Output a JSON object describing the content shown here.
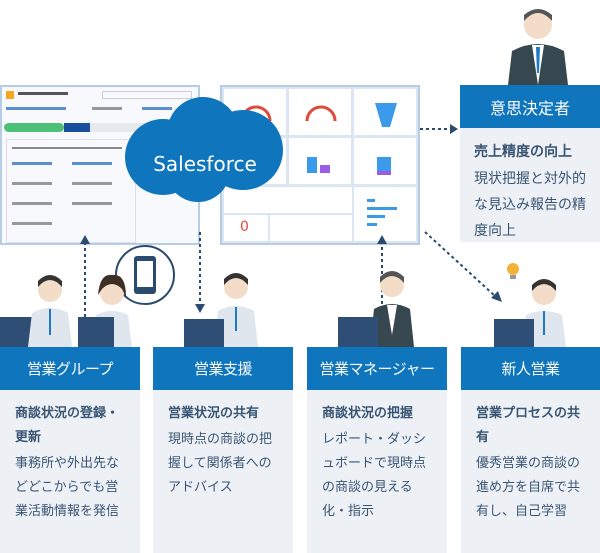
{
  "cloud": {
    "label": "Salesforce",
    "color": "#0f75bc"
  },
  "decision_maker": {
    "title": "意思決定者",
    "subtitle": "売上精度の向上",
    "description": "現状把握と対外的な見込み報告の精度向上"
  },
  "roles": [
    {
      "title": "営業グループ",
      "subtitle": "商談状況の登録・更新",
      "description": "事務所や外出先などどこからでも営業活動情報を発信"
    },
    {
      "title": "営業支援",
      "subtitle": "営業状況の共有",
      "description": "現時点の商談の把握して関係者へのアドバイス"
    },
    {
      "title": "営業マネージャー",
      "subtitle": "商談状況の把握",
      "description": "レポート・ダッシュボードで現時点の商談の見える化・指示"
    },
    {
      "title": "新人営業",
      "subtitle": "営業プロセスの共有",
      "description": "優秀営業の商談の進め方を自席で共有し、自己学習"
    }
  ],
  "dashboard": {
    "zero_value": "0"
  },
  "colors": {
    "header_blue": "#0f75bc",
    "card_bg": "#edf1f6",
    "screen_border": "#b7cde4"
  }
}
